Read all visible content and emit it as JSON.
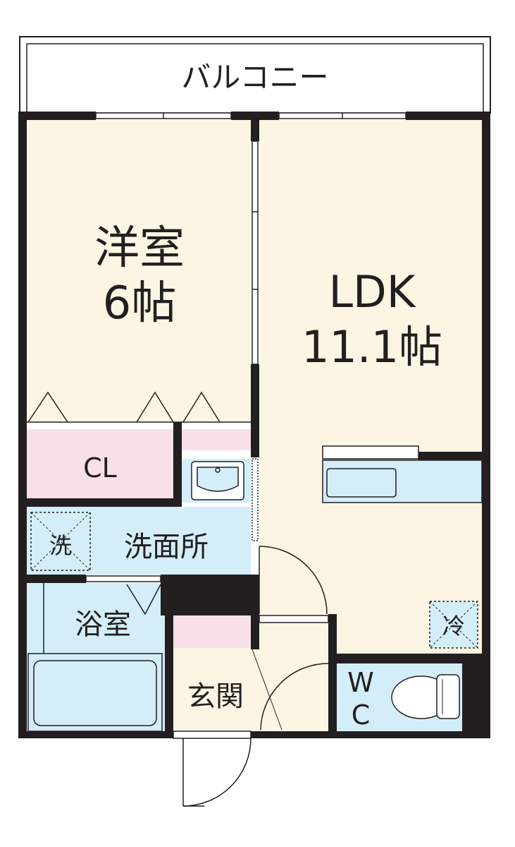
{
  "floorplan": {
    "balcony": "バルコニー",
    "rooms": {
      "western_room": {
        "name": "洋室",
        "size": "6帖"
      },
      "ldk": {
        "name": "LDK",
        "size": "11.1帖"
      },
      "closet": "CL",
      "washroom": "洗面所",
      "washer_space": "洗",
      "bathroom": "浴室",
      "entrance": "玄関",
      "toilet": {
        "line1": "W",
        "line2": "C"
      },
      "fridge_space": "冷"
    },
    "colors": {
      "wall": "#231f20",
      "room_floor": "#fdf5e3",
      "wet_area": "#d3eef8",
      "storage": "#f9dfe7",
      "background": "#ffffff"
    }
  }
}
